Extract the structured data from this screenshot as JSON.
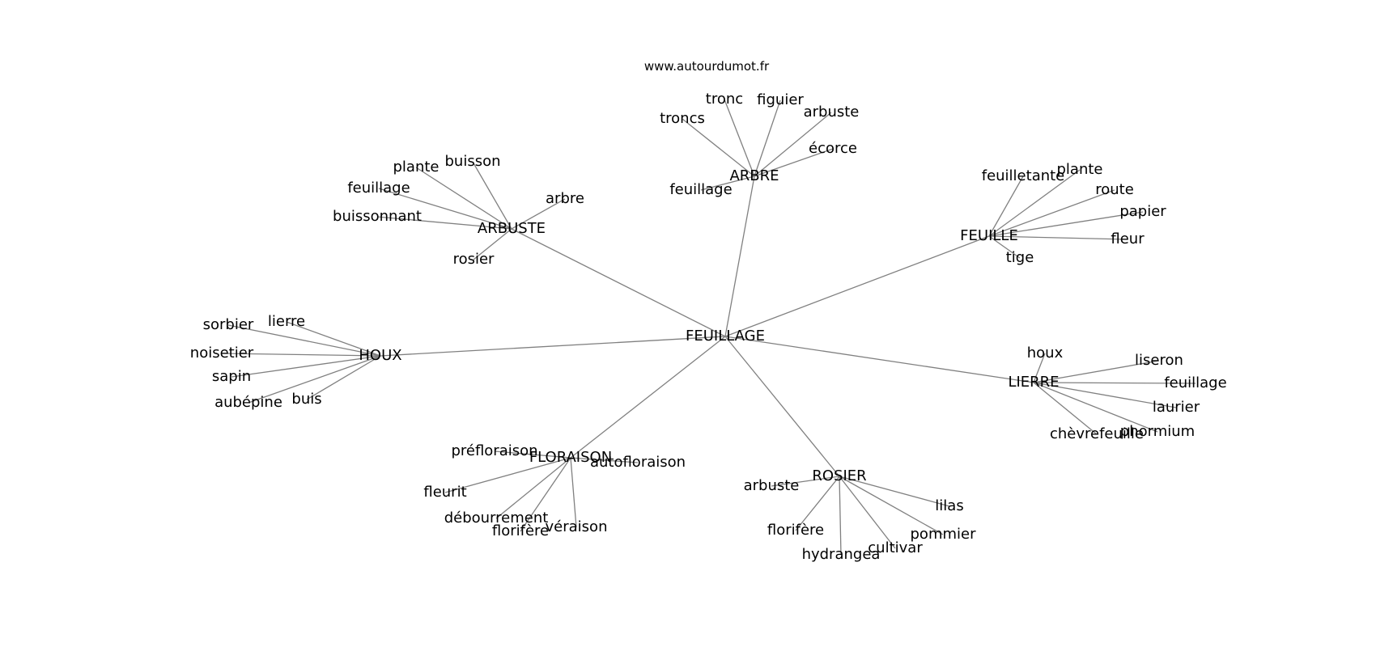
{
  "source": "www.autourdumot.fr",
  "graph": {
    "center": "FEUILLAGE",
    "clusters": [
      {
        "hub": "ARBRE",
        "leaves": [
          "tronc",
          "figuier",
          "arbuste",
          "troncs",
          "écorce",
          "feuillage"
        ]
      },
      {
        "hub": "ARBUSTE",
        "leaves": [
          "buisson",
          "plante",
          "feuillage",
          "arbre",
          "buissonnant",
          "rosier"
        ]
      },
      {
        "hub": "FEUILLE",
        "leaves": [
          "feuilletante",
          "plante",
          "route",
          "papier",
          "fleur",
          "tige"
        ]
      },
      {
        "hub": "HOUX",
        "leaves": [
          "lierre",
          "sorbier",
          "noisetier",
          "sapin",
          "aubépine",
          "buis"
        ]
      },
      {
        "hub": "LIERRE",
        "leaves": [
          "houx",
          "liseron",
          "feuillage",
          "laurier",
          "phormium",
          "chèvrefeuille"
        ]
      },
      {
        "hub": "FLORAISON",
        "leaves": [
          "préfloraison",
          "autofloraison",
          "fleurit",
          "débourrement",
          "florifère",
          "véraison"
        ]
      },
      {
        "hub": "ROSIER",
        "leaves": [
          "arbuste",
          "lilas",
          "pommier",
          "florifère",
          "cultivar",
          "hydrangea"
        ]
      }
    ]
  }
}
